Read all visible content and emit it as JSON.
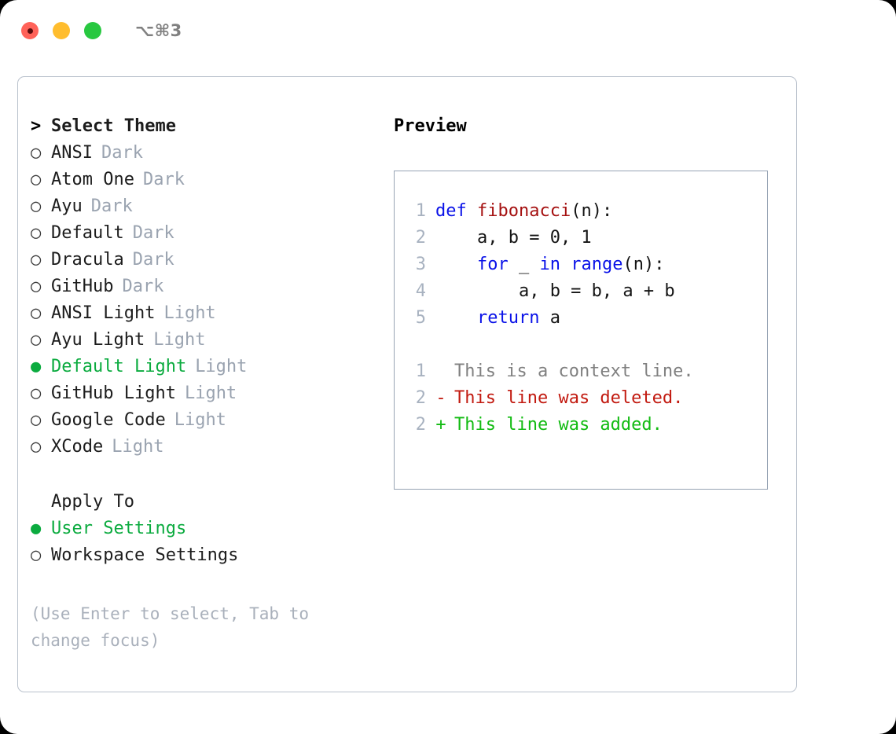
{
  "titlebar": {
    "lights": [
      "close",
      "minimize",
      "zoom"
    ],
    "shortcut": "⌥⌘3"
  },
  "theme_picker": {
    "header": {
      "marker": ">",
      "label": "Select Theme"
    },
    "items": [
      {
        "marker": "○",
        "label": "ANSI",
        "tag": "Dark",
        "selected": false
      },
      {
        "marker": "○",
        "label": "Atom One",
        "tag": "Dark",
        "selected": false
      },
      {
        "marker": "○",
        "label": "Ayu",
        "tag": "Dark",
        "selected": false
      },
      {
        "marker": "○",
        "label": "Default",
        "tag": "Dark",
        "selected": false
      },
      {
        "marker": "○",
        "label": "Dracula",
        "tag": "Dark",
        "selected": false
      },
      {
        "marker": "○",
        "label": "GitHub",
        "tag": "Dark",
        "selected": false
      },
      {
        "marker": "○",
        "label": "ANSI Light",
        "tag": "Light",
        "selected": false
      },
      {
        "marker": "○",
        "label": "Ayu Light",
        "tag": "Light",
        "selected": false
      },
      {
        "marker": "●",
        "label": "Default Light",
        "tag": "Light",
        "selected": true
      },
      {
        "marker": "○",
        "label": "GitHub Light",
        "tag": "Light",
        "selected": false
      },
      {
        "marker": "○",
        "label": "Google Code",
        "tag": "Light",
        "selected": false
      },
      {
        "marker": "○",
        "label": "XCode",
        "tag": "Light",
        "selected": false
      }
    ]
  },
  "apply_to": {
    "header": "Apply To",
    "items": [
      {
        "marker": "●",
        "label": "User Settings",
        "selected": true
      },
      {
        "marker": "○",
        "label": "Workspace Settings",
        "selected": false
      }
    ]
  },
  "hint": "(Use Enter to select, Tab to\nchange focus)",
  "preview": {
    "title": "Preview",
    "code_lines": [
      {
        "no": "1",
        "tokens": [
          {
            "t": "def ",
            "c": "kw"
          },
          {
            "t": "fibonacci",
            "c": "fn"
          },
          {
            "t": "(n):",
            "c": "plain"
          }
        ]
      },
      {
        "no": "2",
        "tokens": [
          {
            "t": "    a, b = 0, 1",
            "c": "plain"
          }
        ]
      },
      {
        "no": "3",
        "tokens": [
          {
            "t": "    ",
            "c": "plain"
          },
          {
            "t": "for",
            "c": "kw"
          },
          {
            "t": " _ ",
            "c": "plain"
          },
          {
            "t": "in ",
            "c": "kw"
          },
          {
            "t": "range",
            "c": "kw"
          },
          {
            "t": "(n):",
            "c": "plain"
          }
        ]
      },
      {
        "no": "4",
        "tokens": [
          {
            "t": "        a, b = b, a + b",
            "c": "plain"
          }
        ]
      },
      {
        "no": "5",
        "tokens": [
          {
            "t": "    ",
            "c": "plain"
          },
          {
            "t": "return",
            "c": "kw"
          },
          {
            "t": " a",
            "c": "plain"
          }
        ]
      }
    ],
    "diff_lines": [
      {
        "no": "1",
        "sign": " ",
        "text": "This is a context line.",
        "kind": "context"
      },
      {
        "no": "2",
        "sign": "-",
        "text": "This line was deleted.",
        "kind": "del"
      },
      {
        "no": "2",
        "sign": "+",
        "text": "This line was added.",
        "kind": "add"
      }
    ]
  },
  "colors": {
    "accent_green": "#0bab3f",
    "muted_gray": "#9aa3b0",
    "keyword_blue": "#0a12e8",
    "function_red": "#a51111",
    "diff_delete": "#c21a10",
    "diff_add": "#12bb12",
    "border": "#b9c1cc"
  }
}
